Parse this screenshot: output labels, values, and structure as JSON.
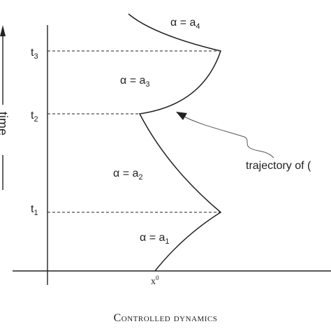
{
  "axis": {
    "time_label": "time",
    "ticks": [
      {
        "main": "t",
        "sub": "3"
      },
      {
        "main": "t",
        "sub": "2"
      },
      {
        "main": "t",
        "sub": "1"
      }
    ],
    "x0": {
      "main": "x",
      "sup": "0"
    }
  },
  "regions": [
    {
      "prefix": "α = a",
      "sub": "4"
    },
    {
      "prefix": "α = a",
      "sub": "3"
    },
    {
      "prefix": "α = a",
      "sub": "2"
    },
    {
      "prefix": "α = a",
      "sub": "1"
    }
  ],
  "annotation": "trajectory of (",
  "caption": "Controlled dynamics"
}
